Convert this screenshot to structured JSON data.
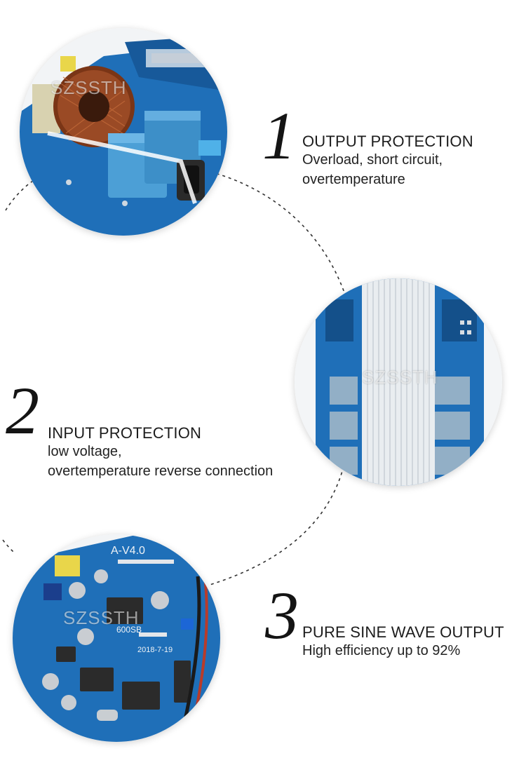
{
  "watermark": "SZSSTH",
  "board_marks": {
    "version": "A-V4.0",
    "model": "600SB",
    "date": "2018-7-19"
  },
  "features": [
    {
      "number": "1",
      "title": "OUTPUT PROTECTION",
      "lines": [
        "Overload, short circuit,",
        "overtemperature"
      ]
    },
    {
      "number": "2",
      "title": "INPUT PROTECTION",
      "lines": [
        "low voltage,",
        "overtemperature reverse connection"
      ]
    },
    {
      "number": "3",
      "title": "PURE SINE WAVE OUTPUT",
      "lines": [
        "High efficiency up to 92%"
      ]
    }
  ],
  "colors": {
    "pcb_blue": "#1f6fb8",
    "pcb_dark": "#14508a",
    "capacitor_blue": "#4c9fd6",
    "copper": "#9a4a25",
    "heatsink": "#e9edf0",
    "dash_line": "#333333"
  }
}
